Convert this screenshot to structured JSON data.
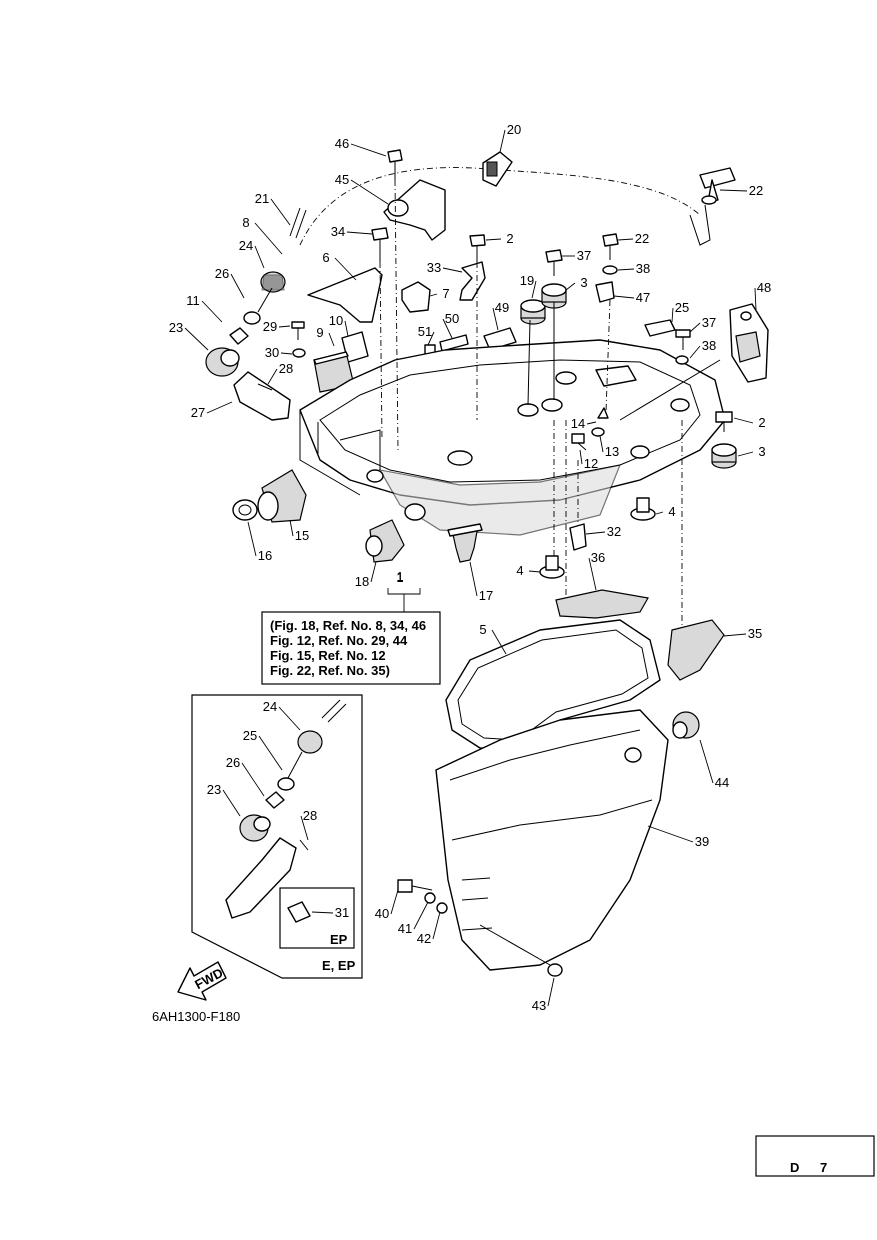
{
  "diagram_code": "6AH1300-F180",
  "page_tag": {
    "main": "D",
    "sub": "7"
  },
  "group_label": "1",
  "note_lines": [
    "(Fig. 18, Ref. No. 8, 34, 46",
    " Fig. 12, Ref. No. 29, 44",
    " Fig. 15, Ref. No. 12",
    " Fig. 22, Ref. No. 35)"
  ],
  "inset": {
    "variant_label": "E, EP",
    "sub_variant_label": "EP"
  },
  "fwd_label": "FWD",
  "callouts": [
    "46",
    "20",
    "45",
    "22",
    "21",
    "8",
    "34",
    "2",
    "37",
    "22",
    "24",
    "6",
    "33",
    "19",
    "3",
    "38",
    "47",
    "7",
    "25",
    "26",
    "48",
    "11",
    "23",
    "29",
    "9",
    "10",
    "51",
    "50",
    "49",
    "37",
    "30",
    "38",
    "28",
    "27",
    "2",
    "14",
    "13",
    "3",
    "12",
    "4",
    "16",
    "15",
    "18",
    "1",
    "17",
    "32",
    "4",
    "36",
    "5",
    "35",
    "24",
    "25",
    "26",
    "23",
    "28",
    "44",
    "39",
    "31",
    "40",
    "41",
    "42",
    "43"
  ]
}
